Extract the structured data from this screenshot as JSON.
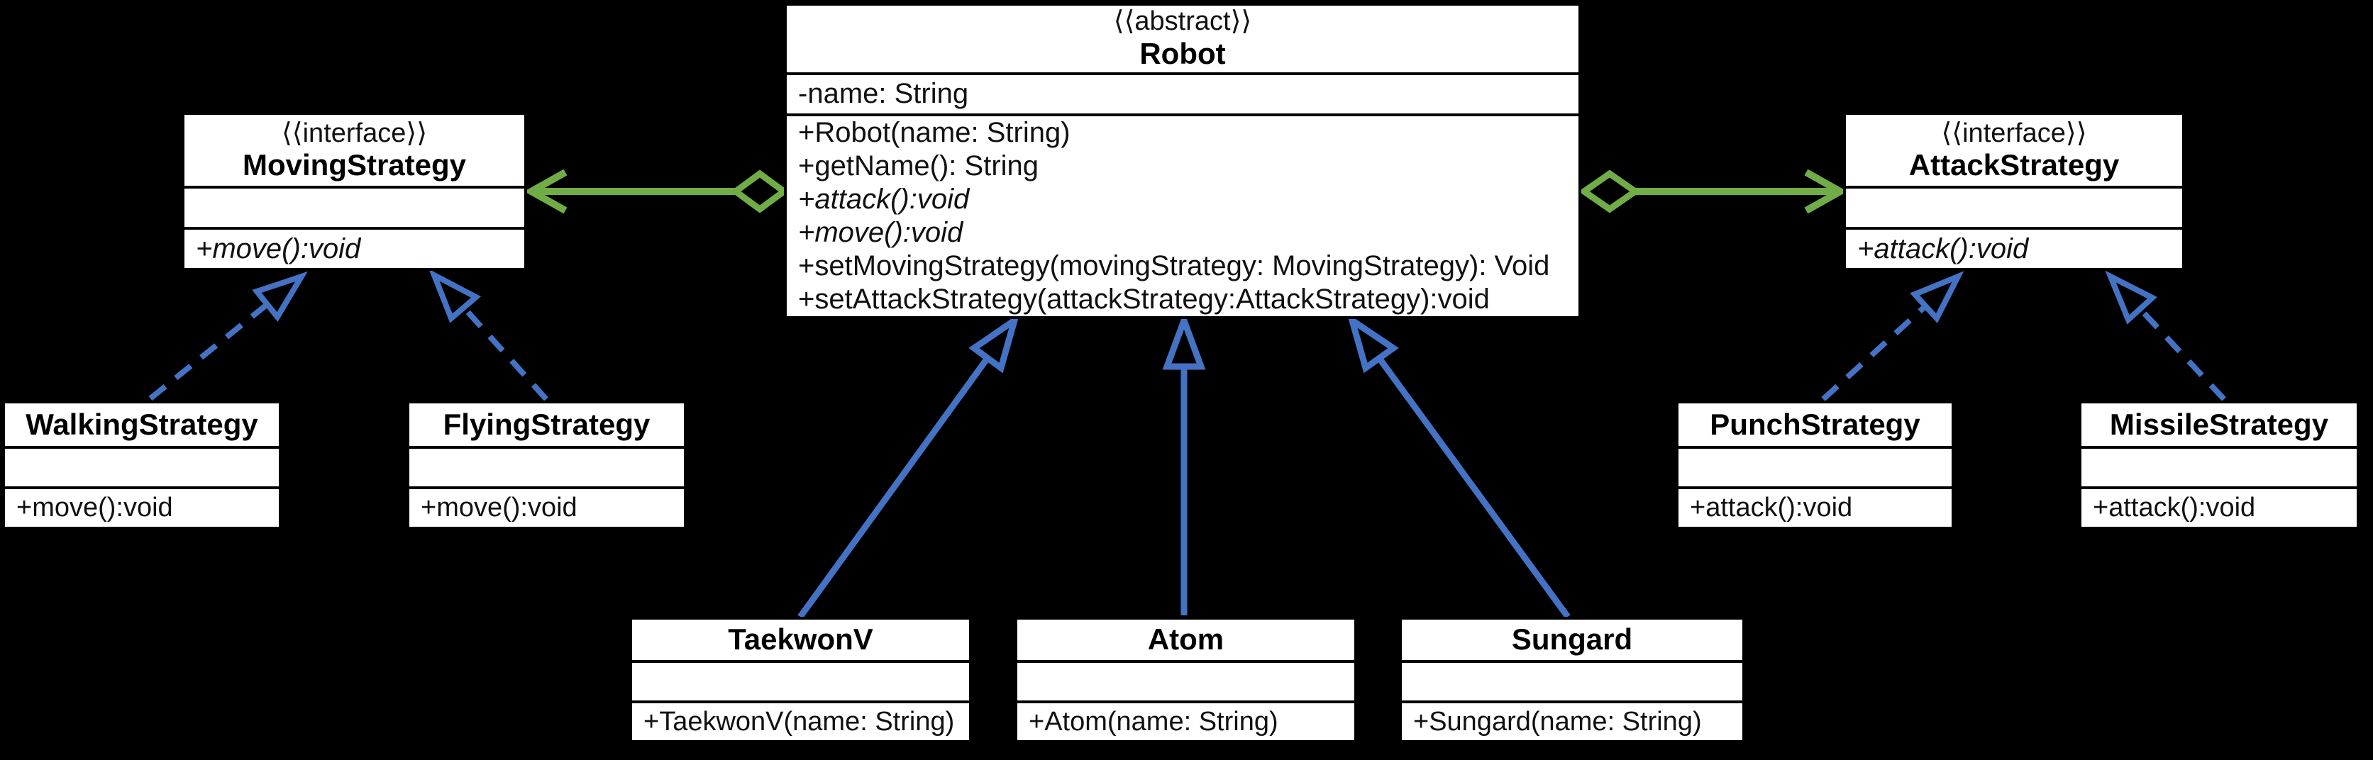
{
  "diagram": {
    "title": "Robot strategy pattern class diagram",
    "colors": {
      "background": "#000000",
      "box_fill": "#ffffff",
      "box_border": "#000000",
      "aggregation_green": "#70AD47",
      "inheritance_blue": "#4472C4"
    }
  },
  "classes": {
    "robot": {
      "stereotype": "⟨⟨abstract⟩⟩",
      "name": "Robot",
      "attributes": [
        "-name: String"
      ],
      "methods": [
        "+Robot(name: String)",
        "+getName(): String",
        "+attack():void",
        "+move():void",
        "+setMovingStrategy(movingStrategy: MovingStrategy): Void",
        "+setAttackStrategy(attackStrategy:AttackStrategy):void"
      ]
    },
    "moving_strategy": {
      "stereotype": "⟨⟨interface⟩⟩",
      "name": "MovingStrategy",
      "attributes": [],
      "methods": [
        "+move():void"
      ]
    },
    "attack_strategy": {
      "stereotype": "⟨⟨interface⟩⟩",
      "name": "AttackStrategy",
      "attributes": [],
      "methods": [
        "+attack():void"
      ]
    },
    "walking_strategy": {
      "name": "WalkingStrategy",
      "attributes": [],
      "methods": [
        "+move():void"
      ]
    },
    "flying_strategy": {
      "name": "FlyingStrategy",
      "attributes": [],
      "methods": [
        "+move():void"
      ]
    },
    "punch_strategy": {
      "name": "PunchStrategy",
      "attributes": [],
      "methods": [
        "+attack():void"
      ]
    },
    "missile_strategy": {
      "name": "MissileStrategy",
      "attributes": [],
      "methods": [
        "+attack():void"
      ]
    },
    "taekwonv": {
      "name": "TaekwonV",
      "attributes": [],
      "methods": [
        "+TaekwonV(name: String)"
      ]
    },
    "atom": {
      "name": "Atom",
      "attributes": [],
      "methods": [
        "+Atom(name: String)"
      ]
    },
    "sungard": {
      "name": "Sungard",
      "attributes": [],
      "methods": [
        "+Sungard(name: String)"
      ]
    }
  },
  "relationships": [
    {
      "type": "aggregation",
      "from": "Robot",
      "to": "MovingStrategy",
      "color": "#70AD47"
    },
    {
      "type": "aggregation",
      "from": "Robot",
      "to": "AttackStrategy",
      "color": "#70AD47"
    },
    {
      "type": "realization",
      "from": "WalkingStrategy",
      "to": "MovingStrategy",
      "color": "#4472C4",
      "line": "dashed"
    },
    {
      "type": "realization",
      "from": "FlyingStrategy",
      "to": "MovingStrategy",
      "color": "#4472C4",
      "line": "dashed"
    },
    {
      "type": "realization",
      "from": "PunchStrategy",
      "to": "AttackStrategy",
      "color": "#4472C4",
      "line": "dashed"
    },
    {
      "type": "realization",
      "from": "MissileStrategy",
      "to": "AttackStrategy",
      "color": "#4472C4",
      "line": "dashed"
    },
    {
      "type": "generalization",
      "from": "TaekwonV",
      "to": "Robot",
      "color": "#4472C4",
      "line": "solid"
    },
    {
      "type": "generalization",
      "from": "Atom",
      "to": "Robot",
      "color": "#4472C4",
      "line": "solid"
    },
    {
      "type": "generalization",
      "from": "Sungard",
      "to": "Robot",
      "color": "#4472C4",
      "line": "solid"
    }
  ]
}
